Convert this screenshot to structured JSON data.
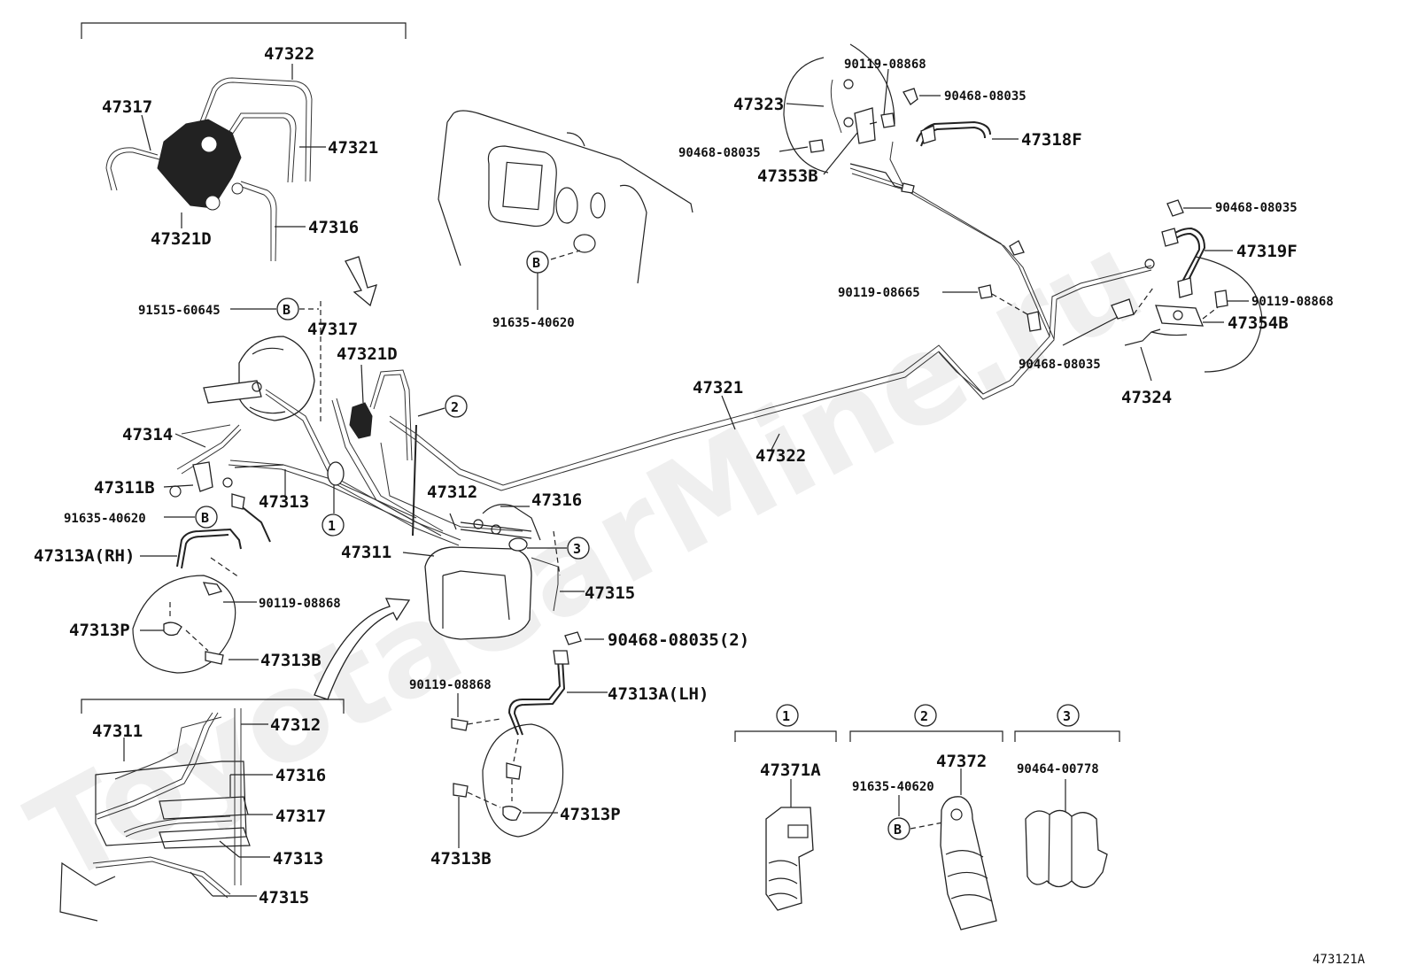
{
  "watermark": "ToyotaCarMine.ru",
  "diagram_code": "473121A",
  "callouts": {
    "c1": "1",
    "c2": "2",
    "c3": "3",
    "b": "B"
  },
  "labels": {
    "p47322_top": "47322",
    "p47317_top": "47317",
    "p47321_top": "47321",
    "p47321D_top": "47321D",
    "p47316_top": "47316",
    "p91515": "91515-60645",
    "p47317_mid": "47317",
    "p47321D_mid": "47321D",
    "p91635_bay": "91635-40620",
    "p47314": "47314",
    "p47311B": "47311B",
    "p47313": "47313",
    "p91635_left": "91635-40620",
    "p47313A_RH": "47313A(RH)",
    "p90119_left": "90119-08868",
    "p47313P_left": "47313P",
    "p47313B_left": "47313B",
    "p47312_mid": "47312",
    "p47316_mid": "47316",
    "p47311_mid": "47311",
    "p47315_mid": "47315",
    "p90468_2": "90468-08035(2)",
    "p90119_lh": "90119-08868",
    "p47313A_LH": "47313A(LH)",
    "p47313P_lh": "47313P",
    "p47313B_lh": "47313B",
    "p47321_main": "47321",
    "p47322_main": "47322",
    "p90119_tr": "90119-08868",
    "p47323": "47323",
    "p90468_tr1": "90468-08035",
    "p47318F": "47318F",
    "p90468_tr2": "90468-08035",
    "p47353B": "47353B",
    "p90468_r1": "90468-08035",
    "p47319F": "47319F",
    "p90119_08665": "90119-08665",
    "p90119_r": "90119-08868",
    "p47354B": "47354B",
    "p90468_r2": "90468-08035",
    "p47324": "47324",
    "p47311_inset": "47311",
    "p47312_inset": "47312",
    "p47316_inset": "47316",
    "p47317_inset": "47317",
    "p47313_inset": "47313",
    "p47315_inset": "47315",
    "p47371A": "47371A",
    "p47372": "47372",
    "p91635_clamp": "91635-40620",
    "p90464": "90464-00778"
  }
}
